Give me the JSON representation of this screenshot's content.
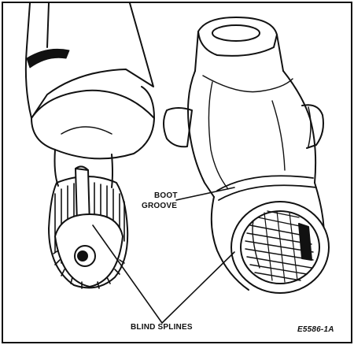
{
  "labels": {
    "boot_line1": "BOOT",
    "boot_line2": "GROOVE",
    "blind_splines": "BLIND SPLINES",
    "figure_code": "E5586-1A"
  },
  "colors": {
    "ink": "#111111",
    "paper": "#ffffff"
  }
}
